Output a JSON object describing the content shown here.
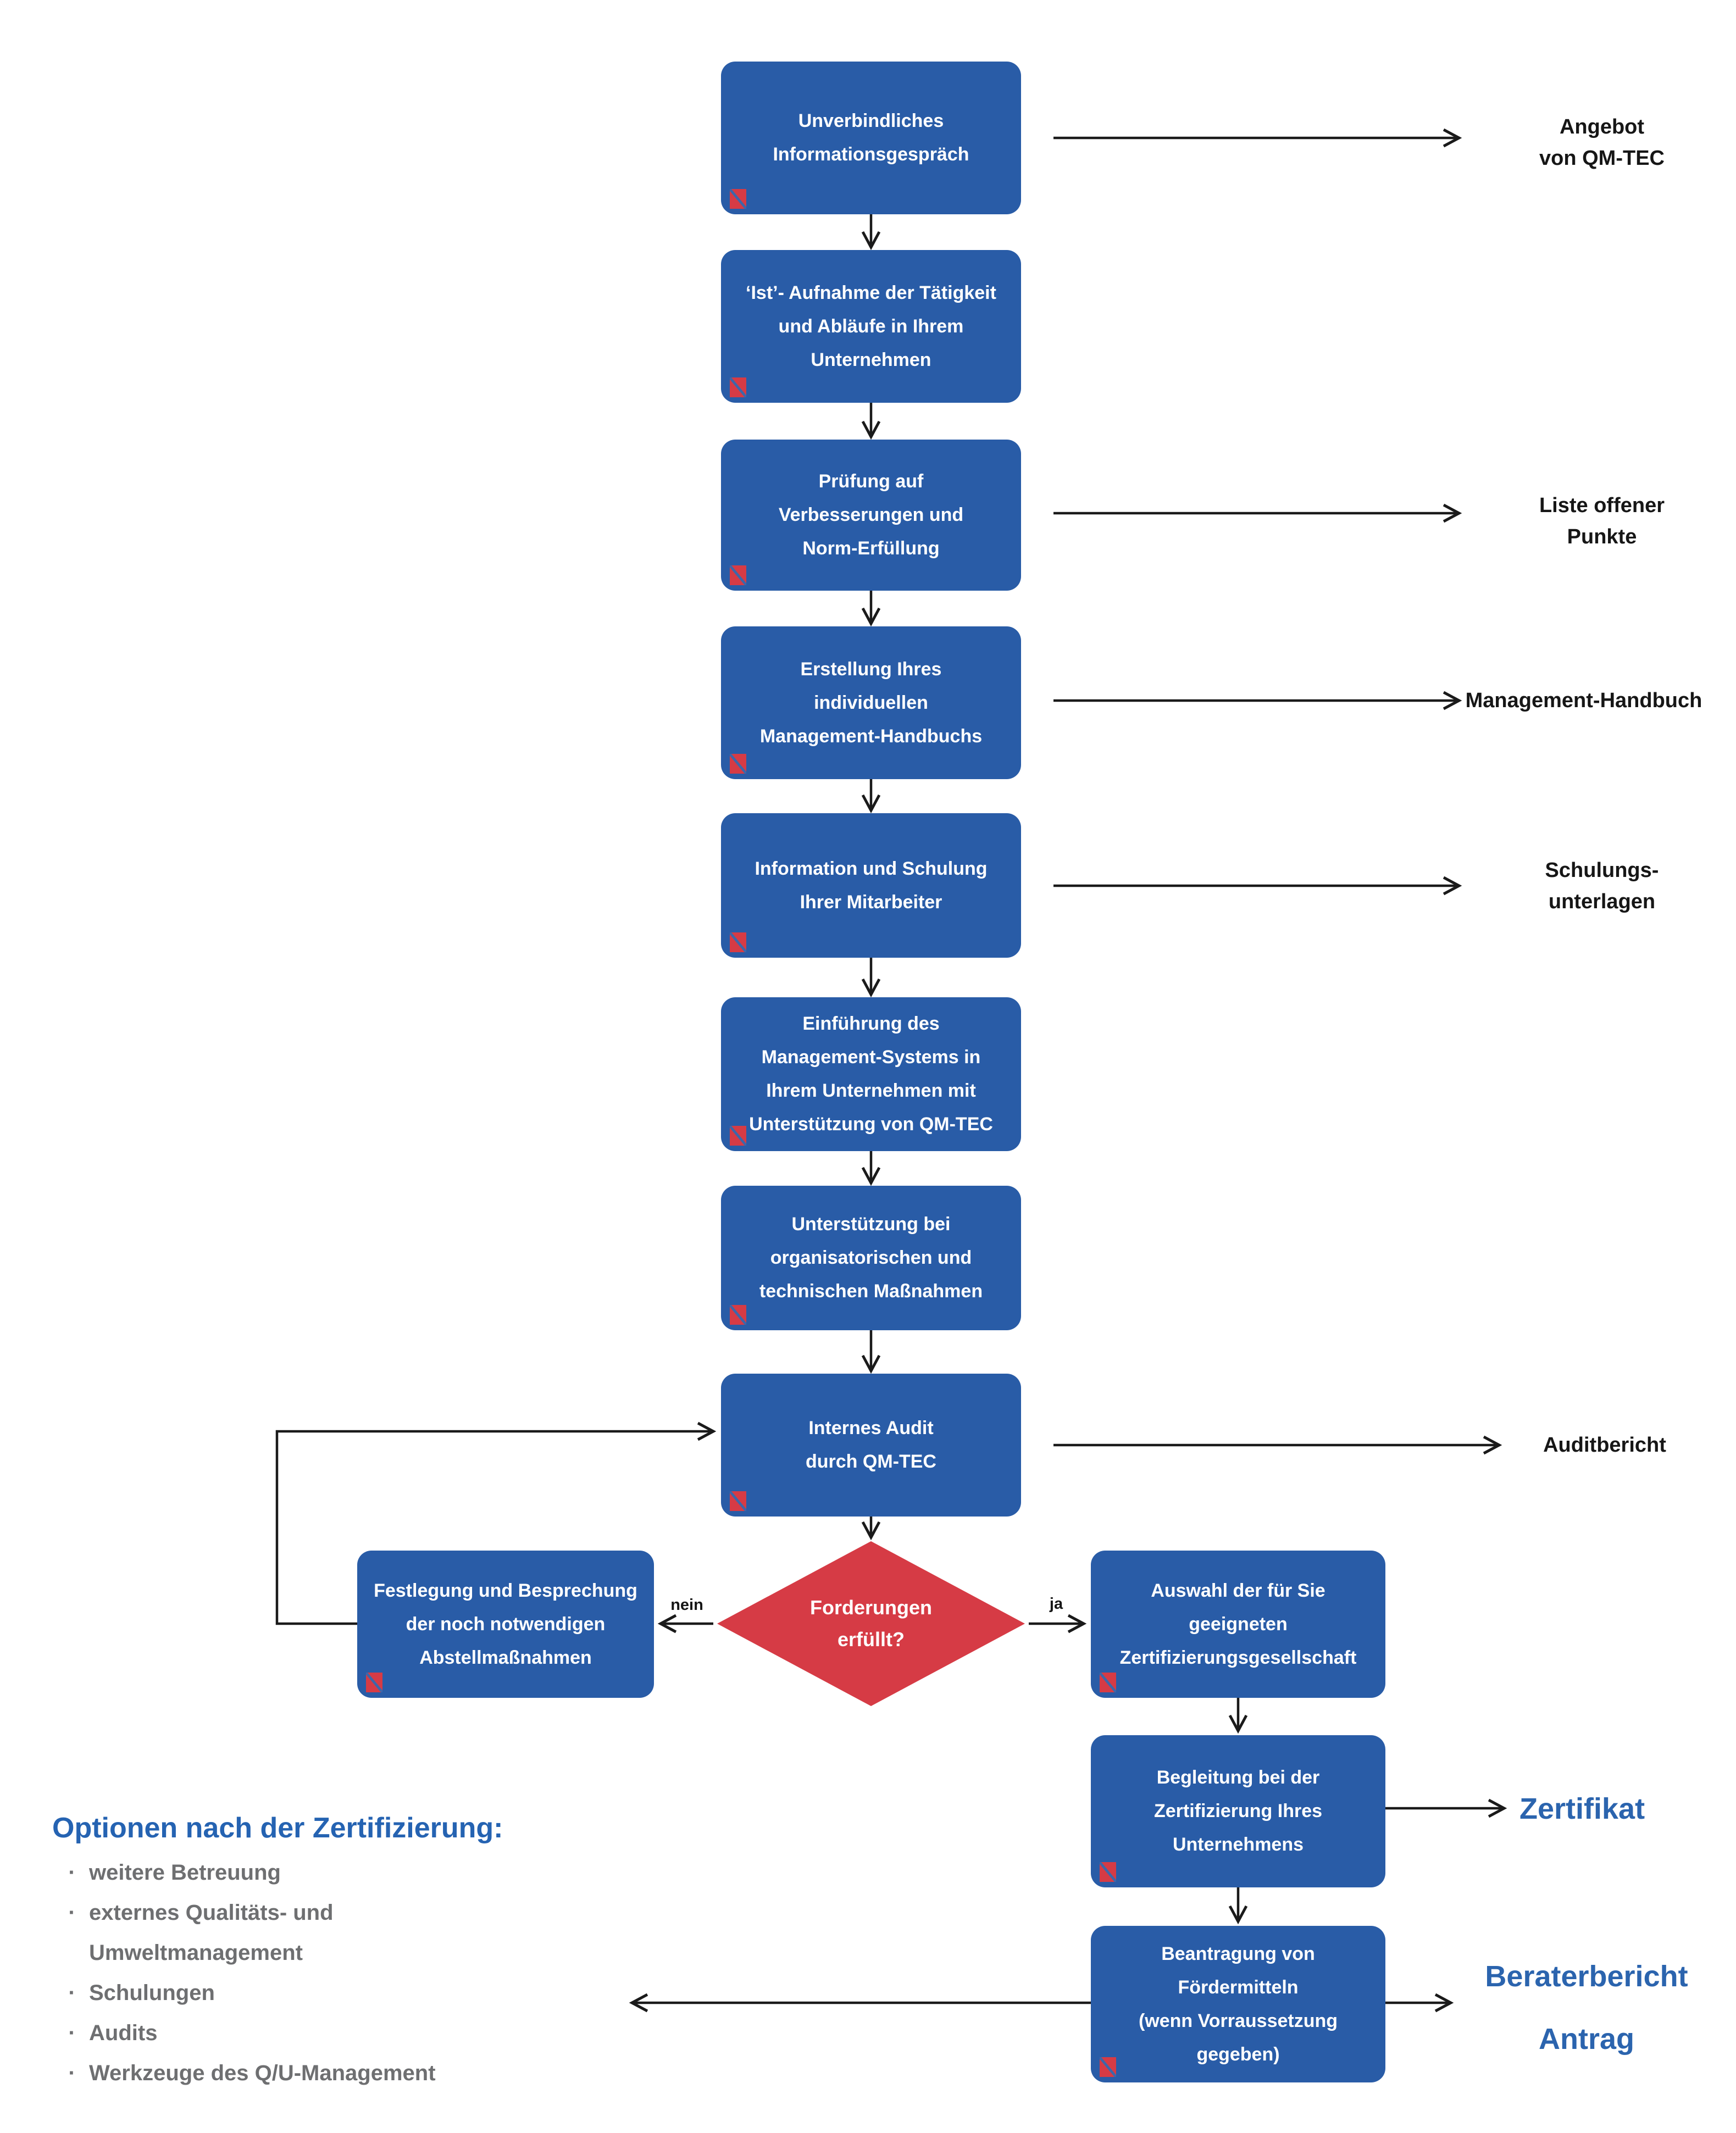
{
  "colors": {
    "box_blue": "#295CA7",
    "diamond_red": "#D63B45",
    "corner_icon_red": "#D63B45",
    "corner_icon_slash_blue": "#3E66A9",
    "arrow_black": "#1A1A1A",
    "side_label_black": "#161616",
    "heading_blue": "#2563B2",
    "big_label_blue": "#2B64AE",
    "option_gray": "#6E6F71",
    "background": "#FFFFFF"
  },
  "main_flow": [
    {
      "label": "Unverbindliches\nInformationsgespräch"
    },
    {
      "label": "‘Ist’- Aufnahme der Tätigkeit\nund Abläufe in Ihrem\nUnternehmen"
    },
    {
      "label": "Prüfung auf\nVerbesserungen und\nNorm-Erfüllung"
    },
    {
      "label": "Erstellung Ihres\nindividuellen\nManagement-Handbuchs"
    },
    {
      "label": "Information und Schulung\nIhrer Mitarbeiter"
    },
    {
      "label": "Einführung des\nManagement-Systems in\nIhrem Unternehmen mit\nUnterstützung von QM-TEC"
    },
    {
      "label": "Unterstützung bei\norganisatorischen und\ntechnischen Maßnahmen"
    },
    {
      "label": "Internes Audit\ndurch QM-TEC"
    }
  ],
  "outputs": [
    {
      "label": "Angebot\nvon QM-TEC"
    },
    {
      "label": "Liste offener\nPunkte"
    },
    {
      "label": "Management-Handbuch"
    },
    {
      "label": "Schulungs-\nunterlagen"
    },
    {
      "label": "Auditbericht"
    }
  ],
  "decision": {
    "label": "Forderungen\nerfüllt?",
    "no_label": "nein",
    "yes_label": "ja"
  },
  "no_branch": {
    "label": "Festlegung und Besprechung\nder noch notwendigen\nAbstellmaßnahmen"
  },
  "yes_branch": [
    {
      "label": "Auswahl der für Sie\ngeeigneten\nZertifizierungsgesellschaft"
    },
    {
      "label": "Begleitung bei der\nZertifizierung Ihres\nUnternehmens"
    },
    {
      "label": "Beantragung von\nFördermitteln\n(wenn Vorraussetzung\ngegeben)"
    }
  ],
  "final_outputs": [
    {
      "label": "Zertifikat"
    },
    {
      "label": "Beraterbericht\nAntrag"
    }
  ],
  "options": {
    "title": "Optionen nach der Zertifizierung:",
    "bullet_char": "·",
    "items": [
      {
        "text": "weitere Betreuung"
      },
      {
        "text": "externes Qualitäts- und\nUmweltmanagement"
      },
      {
        "text": "Schulungen"
      },
      {
        "text": "Audits"
      },
      {
        "text": "Werkzeuge des Q/U-Management"
      }
    ]
  }
}
